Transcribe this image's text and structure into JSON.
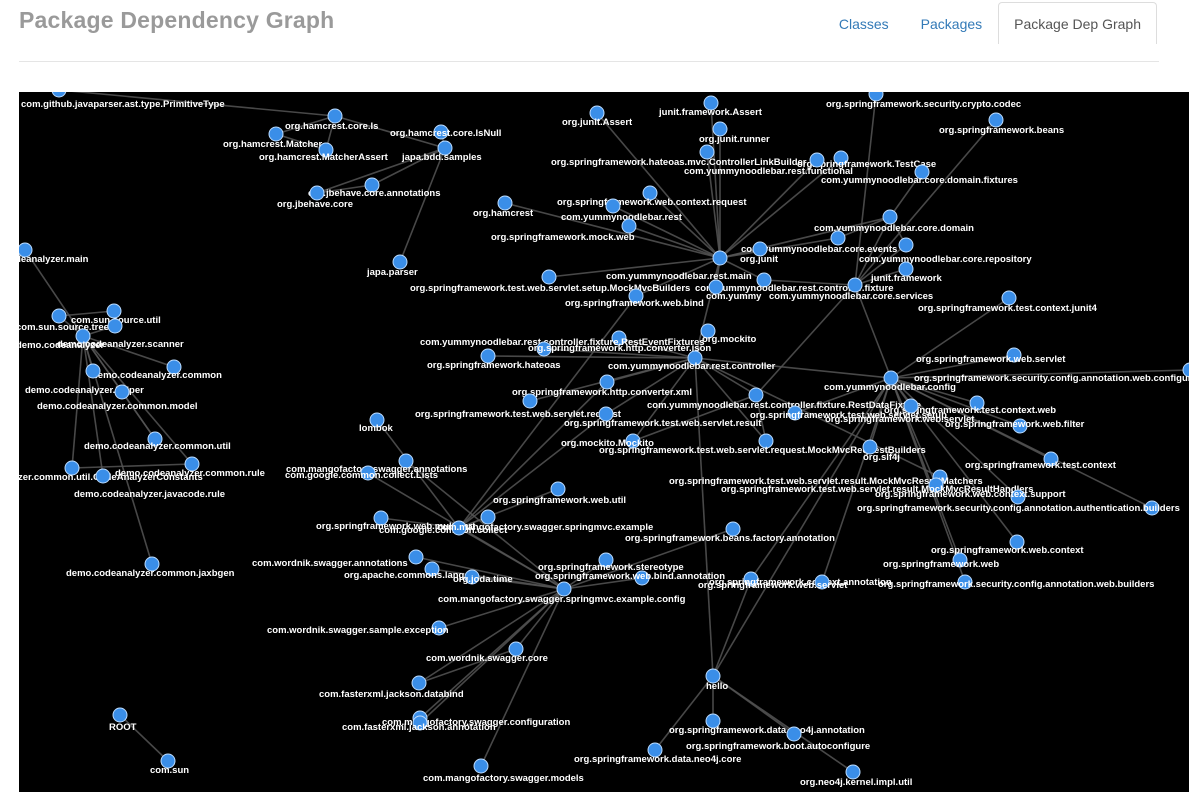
{
  "page_title": "Package Dependency Graph",
  "tabs": [
    {
      "label": "Classes",
      "active": false
    },
    {
      "label": "Packages",
      "active": false
    },
    {
      "label": "Package Dep Graph",
      "active": true
    }
  ],
  "colors": {
    "node": "#3a8ee8",
    "node_stroke": "#bcdcff",
    "edge": "#555555",
    "background": "#000000"
  },
  "nodes": [
    {
      "id": "com.github.javaparser.ast.type.PrimitiveType"
    },
    {
      "id": "org.hamcrest.core.Is"
    },
    {
      "id": "org.hamcrest.Matcher"
    },
    {
      "id": "org.hamcrest.core.IsNull"
    },
    {
      "id": "org.hamcrest.MatcherAssert"
    },
    {
      "id": "japa.bdd.samples"
    },
    {
      "id": "org.junit.Assert"
    },
    {
      "id": "junit.framework.Assert"
    },
    {
      "id": "org.junit.runner"
    },
    {
      "id": "org.springframework.security.crypto.codec"
    },
    {
      "id": "org.springframework.beans"
    },
    {
      "id": "org.springframework.hateoas.mvc.ControllerLinkBuilder"
    },
    {
      "id": "org.springframework.TestCase"
    },
    {
      "id": "com.yummynoodlebar.rest.functional"
    },
    {
      "id": "com.yummynoodlebar.core.domain.fixtures"
    },
    {
      "id": "org.jbehave.core.annotations"
    },
    {
      "id": "org.jbehave.core"
    },
    {
      "id": "org.hamcrest"
    },
    {
      "id": "org.springframework.web.context.request"
    },
    {
      "id": "com.yummynoodlebar.rest"
    },
    {
      "id": "org.springframework.mock.web"
    },
    {
      "id": "com.yummynoodlebar.core.domain"
    },
    {
      "id": "codeanalyzer.main"
    },
    {
      "id": "japa.parser"
    },
    {
      "id": "com.yummynoodlebar.core.events"
    },
    {
      "id": "org.junit"
    },
    {
      "id": "com.yummynoodlebar.core.repository"
    },
    {
      "id": "com.yummynoodlebar.rest.main"
    },
    {
      "id": "junit.framework"
    },
    {
      "id": "org.springframework.test.web.servlet.setup.MockMvcBuilders"
    },
    {
      "id": "com.yummynoodlebar.rest.controller.fixture"
    },
    {
      "id": "com.yummy"
    },
    {
      "id": "com.yummynoodlebar.core.services"
    },
    {
      "id": "org.springframework.web.bind"
    },
    {
      "id": "com.sun.source.util"
    },
    {
      "id": "com.sun.source.tree"
    },
    {
      "id": "org.springframework.test.context.junit4"
    },
    {
      "id": "demo.codeanalyzer.scanner"
    },
    {
      "id": "demo.codeanalyzer"
    },
    {
      "id": "com.yummynoodlebar.rest.controller.fixture.RestEventFixtures"
    },
    {
      "id": "org.mockito"
    },
    {
      "id": "org.springframework.http.converter.json"
    },
    {
      "id": "org.springframework.hateoas"
    },
    {
      "id": "com.yummynoodlebar.rest.controller"
    },
    {
      "id": "demo.codeanalyzer.common"
    },
    {
      "id": "org.springframework.web.servlet"
    },
    {
      "id": "demo.codeanalyzer.helper"
    },
    {
      "id": "org.springframework.security.config.annotation.web.configuration"
    },
    {
      "id": "com.yummynoodlebar.config"
    },
    {
      "id": "demo.codeanalyzer.common.model"
    },
    {
      "id": "org.springframework.http.converter.xml"
    },
    {
      "id": "com.yummynoodlebar.rest.controller.fixture.RestDataFixture"
    },
    {
      "id": "org.springframework.test.web.servlet.request"
    },
    {
      "id": "org.springframework.test.web.servlet.setup"
    },
    {
      "id": "org.springframework.test.context.web"
    },
    {
      "id": "org.springframework.web.servlet"
    },
    {
      "id": "org.springframework.test.web.servlet.result"
    },
    {
      "id": "org.springframework.web.filter"
    },
    {
      "id": "lombok"
    },
    {
      "id": "demo.codeanalyzer.common.util"
    },
    {
      "id": "org.mockito.Mockito"
    },
    {
      "id": "org.springframework.test.web.servlet.request.MockMvcRequestBuilders"
    },
    {
      "id": "org.slf4j"
    },
    {
      "id": "com.mangofactory.swagger.annotations"
    },
    {
      "id": "org.springframework.test.context"
    },
    {
      "id": "com.google.common.collect.Lists"
    },
    {
      "id": "demo.codeanalyzer.common.rule"
    },
    {
      "id": "zer.common.util.CodeAnalyzerConstants"
    },
    {
      "id": "org.springframework.test.web.servlet.result.MockMvcResultMatchers"
    },
    {
      "id": "demo.codeanalyzer.javacode.rule"
    },
    {
      "id": "org.springframework.test.web.servlet.result.MockMvcResultHandlers"
    },
    {
      "id": "org.springframework.web.context.support"
    },
    {
      "id": "org.springframework.web.util"
    },
    {
      "id": "org.springframework.security.config.annotation.authentication.builders"
    },
    {
      "id": "org.springframework.web.multipart"
    },
    {
      "id": "com.google.common.collect"
    },
    {
      "id": "com.mangofactory.swagger.springmvc.example"
    },
    {
      "id": "org.springframework.beans.factory.annotation"
    },
    {
      "id": "org.springframework.web.context"
    },
    {
      "id": "com.wordnik.swagger.annotations"
    },
    {
      "id": "org.springframework.web"
    },
    {
      "id": "demo.codeanalyzer.common.jaxbgen"
    },
    {
      "id": "org.apache.commons.lang"
    },
    {
      "id": "org.springframework.stereotype"
    },
    {
      "id": "org.joda.time"
    },
    {
      "id": "org.springframework.web.bind.annotation"
    },
    {
      "id": "org.springframework.context.annotation"
    },
    {
      "id": "org.springframework.web.servlet"
    },
    {
      "id": "org.springframework.security.config.annotation.web.builders"
    },
    {
      "id": "com.mangofactory.swagger.springmvc.example.config"
    },
    {
      "id": "com.wordnik.swagger.sample.exception"
    },
    {
      "id": "com.wordnik.swagger.core"
    },
    {
      "id": "hello"
    },
    {
      "id": "com.fasterxml.jackson.databind"
    },
    {
      "id": "ROOT"
    },
    {
      "id": "com.mangofactory.swagger.configuration"
    },
    {
      "id": "com.fasterxml.jackson.annotation"
    },
    {
      "id": "org.springframework.data.neo4j.annotation"
    },
    {
      "id": "org.springframework.boot.autoconfigure"
    },
    {
      "id": "org.springframework.data.neo4j.core"
    },
    {
      "id": "com.sun"
    },
    {
      "id": "com.mangofactory.swagger.models"
    },
    {
      "id": "org.neo4j.kernel.impl.util"
    }
  ]
}
